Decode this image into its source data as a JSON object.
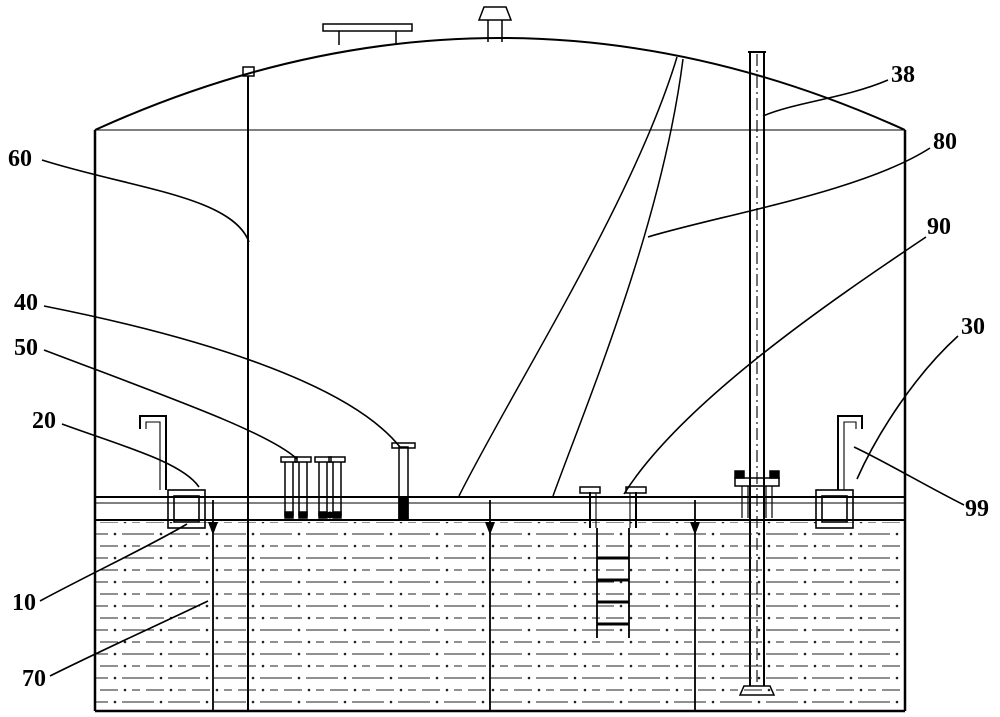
{
  "figure": {
    "kind": "patent-line-drawing",
    "subject": "storage tank with internal floating roof",
    "colors": {
      "ink": "#000000",
      "paper": "#ffffff"
    },
    "labels": {
      "n10": "10",
      "n20": "20",
      "n30": "30",
      "n38": "38",
      "n40": "40",
      "n50": "50",
      "n60": "60",
      "n70": "70",
      "n80": "80",
      "n90": "90",
      "n99": "99"
    }
  }
}
